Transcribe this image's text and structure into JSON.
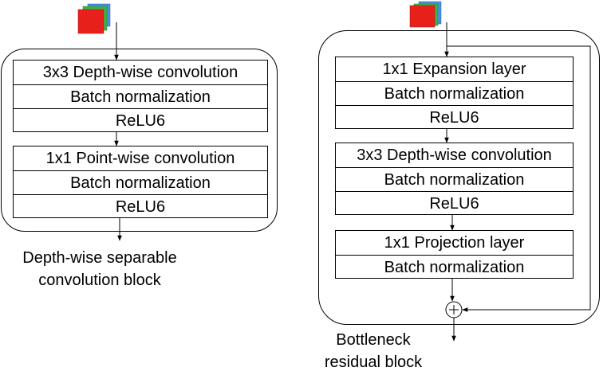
{
  "left_block": {
    "caption_line1": "Depth-wise separable",
    "caption_line2": "convolution block",
    "group1": [
      "3x3 Depth-wise convolution",
      "Batch normalization",
      "ReLU6"
    ],
    "group2": [
      "1x1 Point-wise convolution",
      "Batch normalization",
      "ReLU6"
    ]
  },
  "right_block": {
    "caption_line1": "Bottleneck",
    "caption_line2": "residual block",
    "group1": [
      "1x1 Expansion layer",
      "Batch normalization",
      "ReLU6"
    ],
    "group2": [
      "3x3 Depth-wise convolution",
      "Batch normalization",
      "ReLU6"
    ],
    "group3": [
      "1x1 Projection layer",
      "Batch normalization"
    ],
    "add_symbol": "+"
  },
  "icons": {
    "input": "feature-map-stack-icon",
    "add": "addition-node-icon"
  }
}
